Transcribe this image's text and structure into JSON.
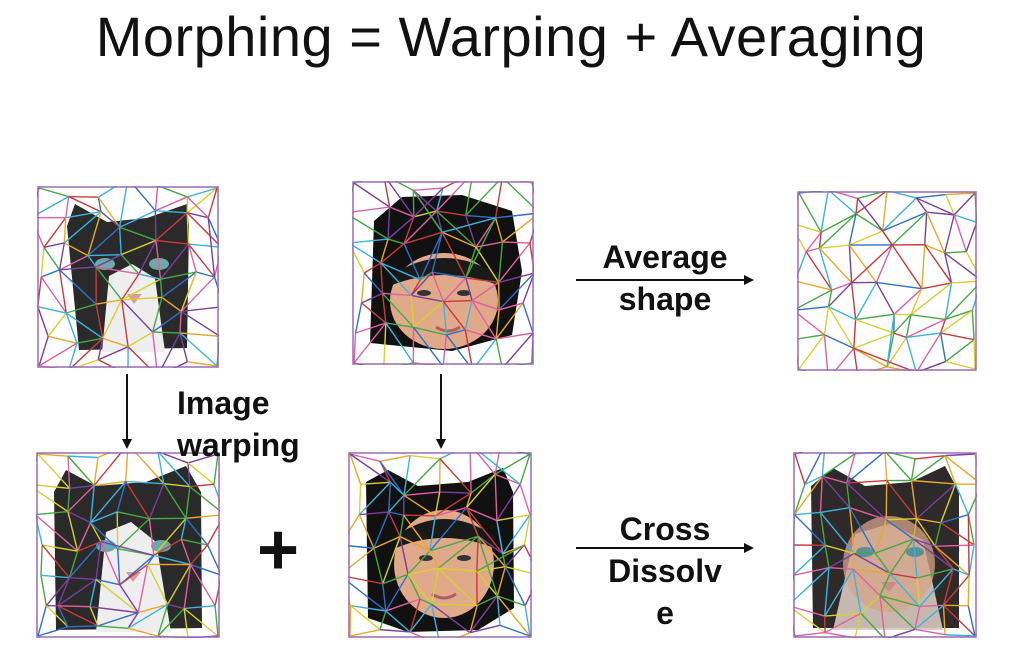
{
  "title": "Morphing = Warping + Averaging",
  "labels": {
    "image_warping": [
      "Image",
      "warping"
    ],
    "average_shape": [
      "Average",
      "shape"
    ],
    "cross_dissolve": [
      "Cross",
      "Dissolv",
      "e"
    ],
    "plus": "+"
  },
  "mesh_colors": [
    "#3bb3e0",
    "#e8a92a",
    "#7a3fa0",
    "#c83a3a",
    "#46a843",
    "#2f6fc7",
    "#e060a0",
    "#d8d030"
  ],
  "panels": [
    {
      "id": "cat-source",
      "content": "cat"
    },
    {
      "id": "child-source",
      "content": "child"
    },
    {
      "id": "average-shape",
      "content": "mesh"
    },
    {
      "id": "cat-warped",
      "content": "cat"
    },
    {
      "id": "child-warped",
      "content": "child"
    },
    {
      "id": "cross-dissolve",
      "content": "blend"
    }
  ]
}
